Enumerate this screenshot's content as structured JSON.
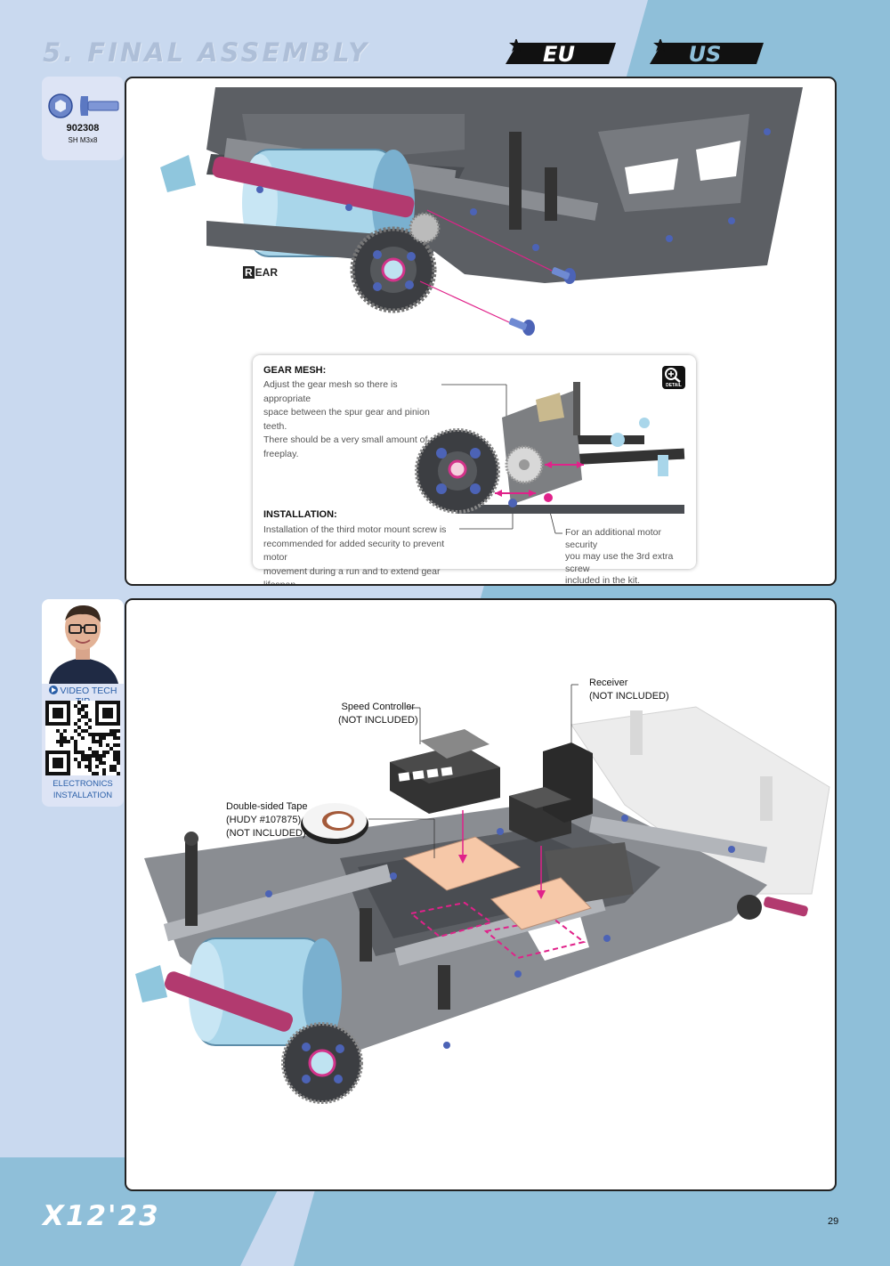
{
  "header": {
    "section_title": "5. FINAL ASSEMBLY",
    "logo_left": "EU",
    "logo_right": "US"
  },
  "part": {
    "number": "902308",
    "spec": "SH M3x8"
  },
  "panel_top": {
    "rear_label_cap": "R",
    "rear_label_rest": "EAR"
  },
  "detail": {
    "gear_mesh_title": "GEAR MESH:",
    "gear_mesh_lines": [
      "Adjust the gear mesh so there is appropriate",
      "space between the spur gear and pinion teeth.",
      "There should be a very small amount of freeplay."
    ],
    "installation_title": "INSTALLATION:",
    "installation_lines": [
      "Installation of the third motor mount screw is",
      "recommended for added security to prevent motor",
      "movement during a run and to extend gear lifespan."
    ],
    "extra_lines": [
      "For an additional motor security",
      "you may use the 3rd extra screw",
      "included in the kit."
    ],
    "badge": "DETAIL"
  },
  "video_tip": {
    "label": "VIDEO TECH TIP",
    "caption_line1": "ELECTRONICS",
    "caption_line2": "INSTALLATION"
  },
  "panel_bottom": {
    "receiver": {
      "line1": "Receiver",
      "line2": "(NOT INCLUDED)"
    },
    "speed_controller": {
      "line1": "Speed Controller",
      "line2": "(NOT INCLUDED)"
    },
    "tape": {
      "line1": "Double-sided Tape",
      "line2": "(HUDY #107875)",
      "line3": "(NOT INCLUDED)"
    }
  },
  "footer": {
    "model": "X12'23",
    "page_number": "29"
  },
  "colors": {
    "accent_magenta": "#e0228a",
    "background_blue": "#8fbfd9",
    "background_light": "#c9d9ef",
    "chassis_gray": "#4a4d52",
    "part_blue": "#a9d6ea"
  }
}
